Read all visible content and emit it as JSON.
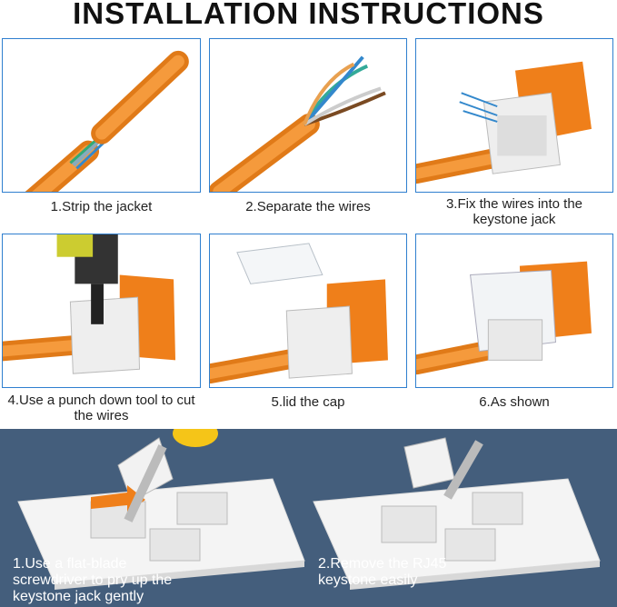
{
  "title": "INSTALLATION INSTRUCTIONS",
  "steps": [
    {
      "label": "1.Strip the jacket"
    },
    {
      "label": "2.Separate the wires"
    },
    {
      "label": "3.Fix the wires into the keystone jack"
    },
    {
      "label": "4.Use a punch down tool to cut the wires"
    },
    {
      "label": "5.lid the cap"
    },
    {
      "label": "6.As shown"
    }
  ],
  "removal": [
    {
      "label": "1.Use a flat-blade screwdriver to pry up the keystone jack gently"
    },
    {
      "label": "2.Remove the RJ45 keystone easily"
    }
  ],
  "colors": {
    "cable": "#f08a24",
    "jack": "#ef7f1a",
    "panel_border": "#2f7fcf",
    "bottom_bg": "#445e7c"
  }
}
